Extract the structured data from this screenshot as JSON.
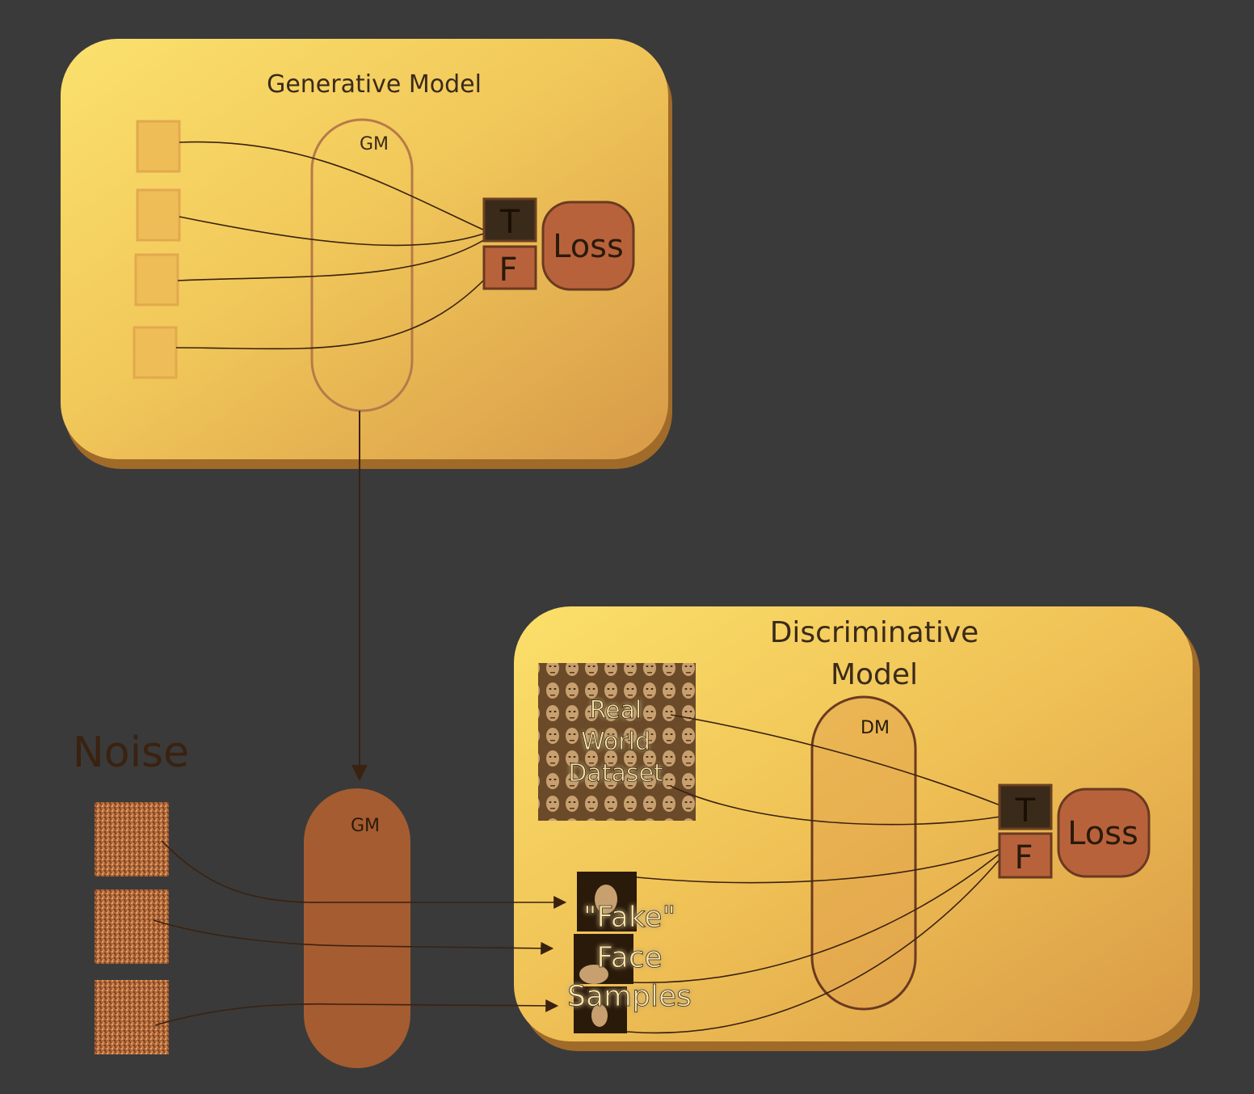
{
  "generative_model": {
    "title": "Generative Model",
    "gm_label": "GM",
    "true_label": "T",
    "false_label": "F",
    "loss_label": "Loss"
  },
  "noise": {
    "title": "Noise"
  },
  "gm_block": {
    "label": "GM"
  },
  "discriminative_model": {
    "title_line1": "Discriminative",
    "title_line2": "Model",
    "dm_label": "DM",
    "true_label": "T",
    "false_label": "F",
    "loss_label": "Loss",
    "real_dataset_line1": "Real",
    "real_dataset_line2": "World",
    "real_dataset_line3": "Dataset",
    "fake_line1": "\"Fake\"",
    "fake_line2": "Face",
    "fake_line3": "Samples"
  },
  "colors": {
    "background": "#3a3a3a",
    "panel_light": "#f7d35e",
    "panel_dark": "#d9a04a",
    "panel_shadow": "#a06a28",
    "node_outline": "#b77a4a",
    "loss_fill": "#b8623c",
    "gm_fill": "#a55c30",
    "true_fill": "#3a2a1a",
    "false_fill": "#b8623c",
    "edge": "#3a2210",
    "noise_fill": "#b86e3c"
  }
}
